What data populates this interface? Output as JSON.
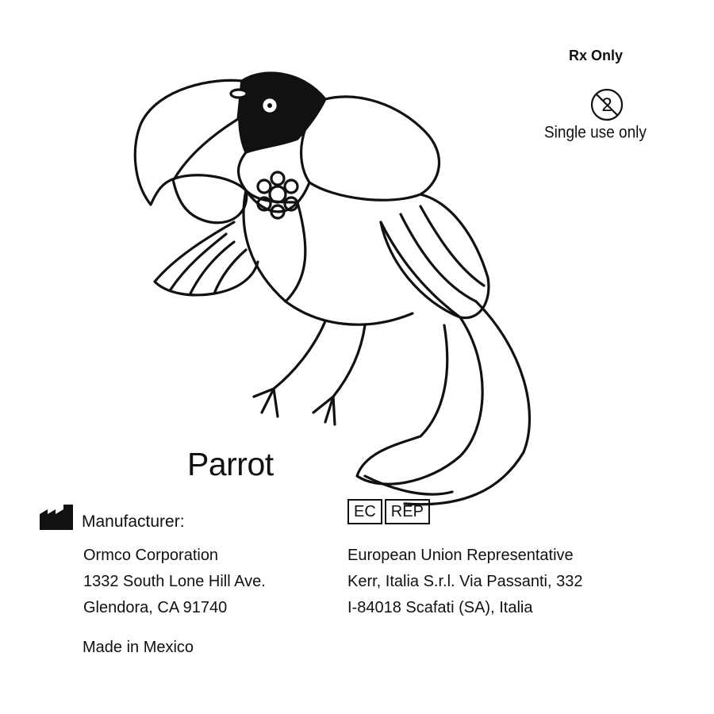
{
  "rx_label": "Rx Only",
  "single_use": {
    "icon": "do-not-reuse-icon",
    "glyph": "2",
    "label": "Single use only"
  },
  "illustration": {
    "name": "parrot-drawing",
    "title": "Parrot"
  },
  "manufacturer": {
    "icon": "manufacturer-factory-icon",
    "label": "Manufacturer:",
    "lines": [
      "Ormco Corporation",
      "1332 South Lone Hill Ave.",
      "Glendora, CA 91740"
    ]
  },
  "ec_rep": {
    "badge_left": "EC",
    "badge_right": "REP",
    "lines": [
      "European Union Representative",
      "Kerr, Italia S.r.l. Via Passanti, 332",
      "I-84018 Scafati (SA), Italia"
    ]
  },
  "origin": "Made in Mexico"
}
